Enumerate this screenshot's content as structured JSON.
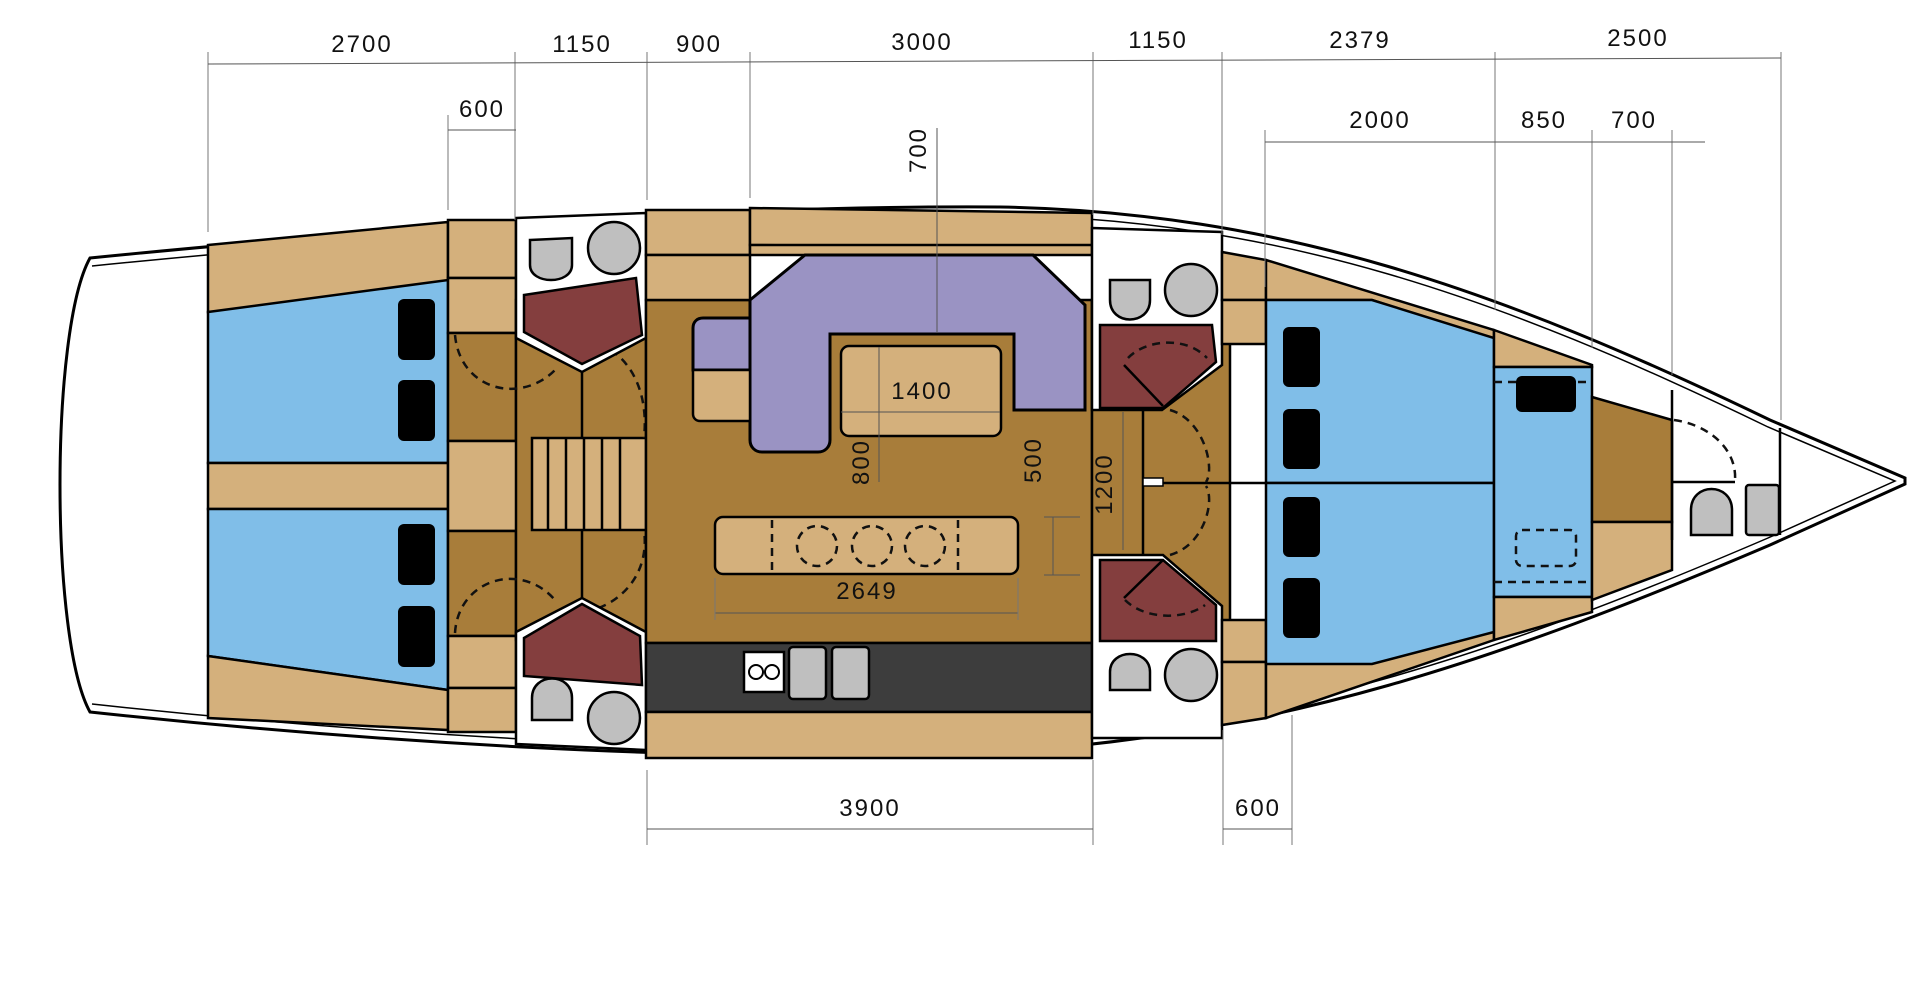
{
  "title": "Sailing yacht interior layout plan (dimensions in mm)",
  "colors": {
    "hull_white": "#ffffff",
    "wood_light": "#d4b07c",
    "floor_wood": "#a87d3a",
    "berth_blue": "#80bee8",
    "saloon_sofa": "#9a93c3",
    "galley_counter": "#3d3d3d",
    "shower_tray": "#843e3e",
    "fixture_grey": "#bfbfbf"
  },
  "dimensions": {
    "top_row": [
      {
        "id": "aft_cabin_length",
        "value": "2700"
      },
      {
        "id": "aft_head_length",
        "value": "1150"
      },
      {
        "id": "companionway_length",
        "value": "900"
      },
      {
        "id": "saloon_length",
        "value": "3000"
      },
      {
        "id": "forward_head_length",
        "value": "1150"
      },
      {
        "id": "forward_cabin_length",
        "value": "2379"
      },
      {
        "id": "bow_length",
        "value": "2500"
      }
    ],
    "second_row": [
      {
        "id": "aft_step",
        "value": "600"
      },
      {
        "id": "forward_berth",
        "value": "2000"
      },
      {
        "id": "bow_locker",
        "value": "850"
      },
      {
        "id": "bow_head",
        "value": "700"
      }
    ],
    "saloon": [
      {
        "id": "sofa_depth",
        "value": "700"
      },
      {
        "id": "table_width",
        "value": "1400"
      },
      {
        "id": "table_depth",
        "value": "800"
      },
      {
        "id": "bench_depth",
        "value": "500"
      },
      {
        "id": "passage_width",
        "value": "1200"
      },
      {
        "id": "bench_length",
        "value": "2649"
      }
    ],
    "bottom_row": [
      {
        "id": "galley_length",
        "value": "3900"
      },
      {
        "id": "forward_step",
        "value": "600"
      }
    ]
  },
  "rooms": [
    {
      "id": "aft-port-cabin",
      "type": "double berth"
    },
    {
      "id": "aft-starboard-cabin",
      "type": "double berth"
    },
    {
      "id": "aft-port-head",
      "type": "head with shower"
    },
    {
      "id": "aft-starboard-head",
      "type": "head with shower"
    },
    {
      "id": "companionway",
      "type": "stairs"
    },
    {
      "id": "saloon",
      "type": "U-sofa and table"
    },
    {
      "id": "galley",
      "type": "stove and double sink"
    },
    {
      "id": "forward-port-head",
      "type": "head with shower"
    },
    {
      "id": "forward-starboard-head",
      "type": "head with shower"
    },
    {
      "id": "forward-cabins",
      "type": "twin double berths"
    },
    {
      "id": "crew-berth",
      "type": "single berth"
    },
    {
      "id": "bow-head",
      "type": "toilet and sink"
    }
  ]
}
